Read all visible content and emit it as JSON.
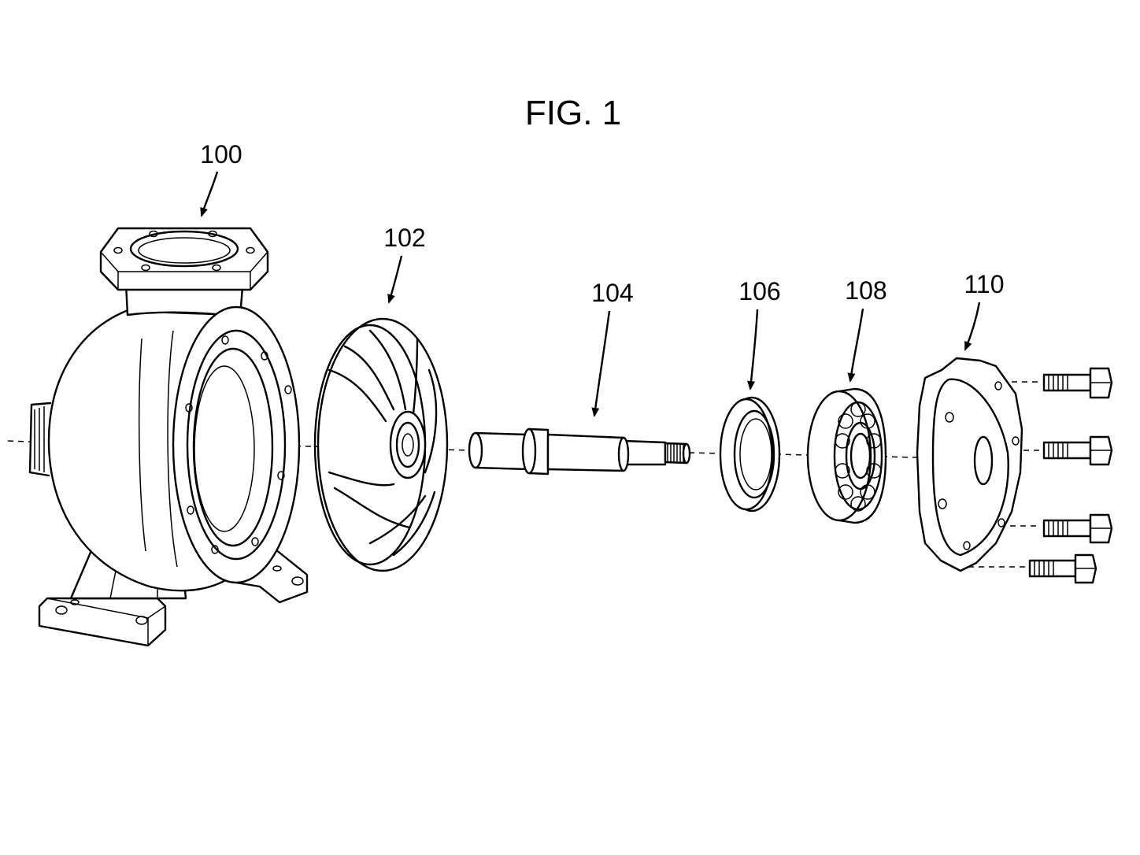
{
  "figure": {
    "title": "FIG. 1",
    "refs": {
      "housing": "100",
      "impeller": "102",
      "shaft": "104",
      "seal": "106",
      "bearing": "108",
      "cover": "110"
    }
  }
}
